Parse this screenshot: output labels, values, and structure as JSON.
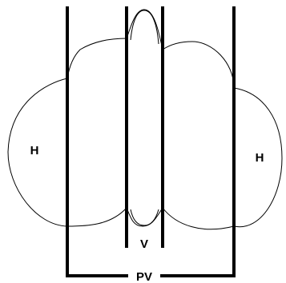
{
  "labels": {
    "left_region": "H",
    "right_region": "H",
    "center_region": "V",
    "bracket": "PV"
  },
  "colors": {
    "line": "#000000",
    "background": "#ffffff"
  }
}
